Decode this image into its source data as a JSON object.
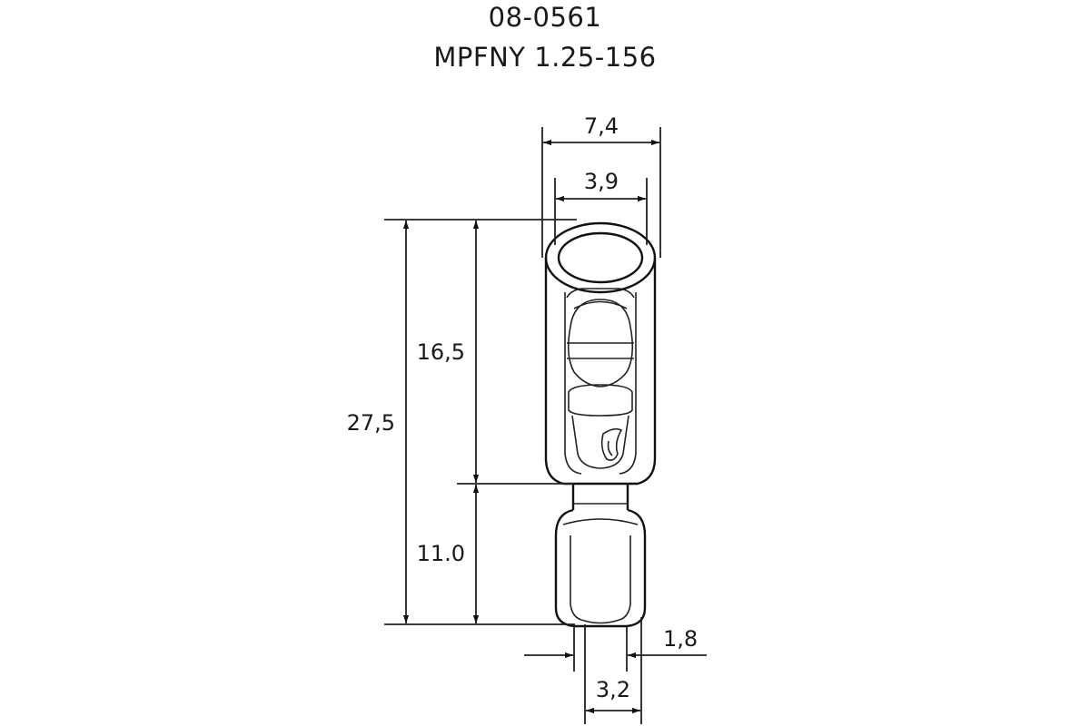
{
  "header": {
    "code": "08-0561",
    "model": "MPFNY 1.25-156"
  },
  "dimensions": {
    "outer_width": "7,4",
    "inner_width": "3,9",
    "total_length": "27,5",
    "upper_length": "16,5",
    "lower_length": "11.0",
    "pin_diameter": "1,8",
    "sleeve_width": "3,2"
  },
  "colors": {
    "line": "#111111",
    "background": "#ffffff"
  }
}
